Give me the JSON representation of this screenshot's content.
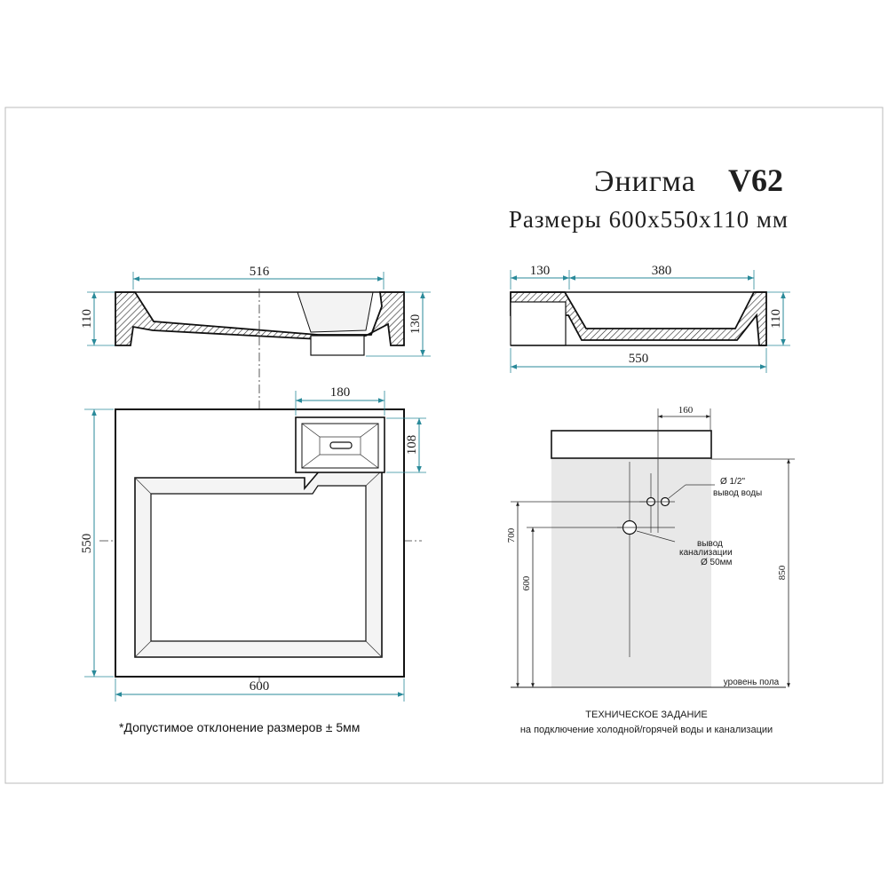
{
  "title": {
    "name": "Энигма",
    "model": "V62",
    "subtitle": "Размеры 600х550х110 мм"
  },
  "front_view": {
    "width_top": "516",
    "height_left": "110",
    "height_right": "130"
  },
  "side_view": {
    "dim_left": "130",
    "dim_mid": "380",
    "width_total": "550",
    "height": "110"
  },
  "plan_view": {
    "drain_box_width": "180",
    "drain_box_height": "108",
    "depth": "550",
    "width": "600"
  },
  "install_view": {
    "offset_top": "160",
    "pipe_water_size": "Ø 1/2\"",
    "pipe_water_label": "вывод воды",
    "drain_label_1": "вывод",
    "drain_label_2": "канализации",
    "drain_size": "Ø 50мм",
    "height_700": "700",
    "height_600": "600",
    "height_850": "850",
    "floor_label": "уровень пола"
  },
  "tolerance_note": "*Допустимое отклонение размеров ± 5мм",
  "spec": {
    "heading": "ТЕХНИЧЕСКОЕ ЗАДАНИЕ",
    "subheading": "на подключение холодной/горячей воды и канализации"
  },
  "colors": {
    "dimension": "#2a8a9a",
    "outline": "#111111",
    "wall_fill": "#e8e8e8",
    "background": "#ffffff"
  }
}
